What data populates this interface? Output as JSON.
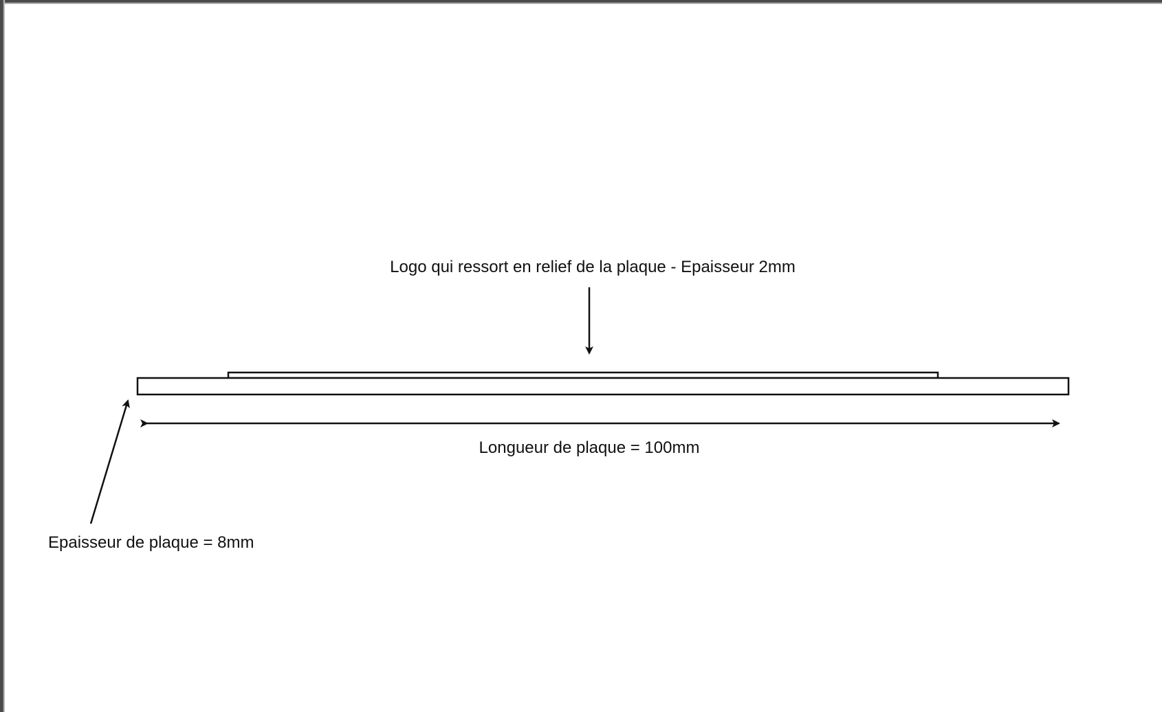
{
  "diagram": {
    "logo_label": "Logo qui ressort en relief de la plaque - Epaisseur 2mm",
    "length_label": "Longueur de plaque = 100mm",
    "thickness_label": "Epaisseur de plaque = 8mm",
    "colors": {
      "stroke": "#111111",
      "background": "#ffffff",
      "frame_edge": "#4a4a4a"
    }
  }
}
